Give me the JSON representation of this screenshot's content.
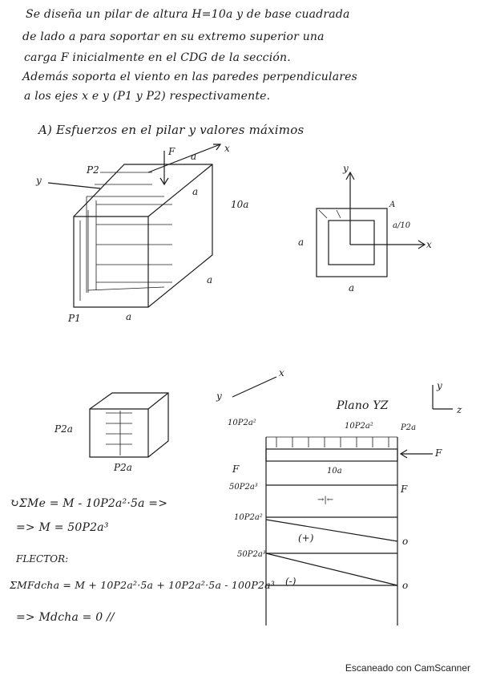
{
  "intro": {
    "line1": "Se diseña un pilar de altura H=10a y de base cuadrada",
    "line2": "de lado a para soportar en su extremo superior una",
    "line3": "carga F inicialmente en el CDG de la sección.",
    "line4": "Además soporta el viento en las paredes perpendiculares",
    "line5": "a los ejes x e y (P1 y P2) respectivamente."
  },
  "section_a": {
    "heading": "A) Esfuerzos en el pilar y valores máximos"
  },
  "fig1": {
    "F": "F",
    "x": "x",
    "y": "y",
    "P2": "P2",
    "a_top": "a",
    "a_mid": "a",
    "h": "10a",
    "a_right": "a",
    "P1": "P1",
    "a_bottom": "a"
  },
  "section_fig": {
    "y": "y",
    "x": "x",
    "A": "A",
    "a10": "a/10",
    "a_left": "a",
    "a_bottom": "a"
  },
  "fig2": {
    "y": "y",
    "x": "x",
    "P2a": "P2a",
    "P2a_b": "P2a"
  },
  "plane": {
    "title": "Plano YZ",
    "load1": "10P2a²",
    "load2": "10P2a²",
    "P2a": "P2a",
    "F_right": "F",
    "F_left": "F",
    "m50": "50P2a³",
    "len": "10a",
    "d1_right": "F",
    "d1_mark": "→|←",
    "shear_left": "10P2a²",
    "shear_mark": "(+)",
    "shear_right": "o",
    "mom_left": "50P2a³",
    "mom_mark": "(-)",
    "mom_right": "o",
    "axis_y": "y",
    "axis_z": "z"
  },
  "eq": {
    "e1": "↻ΣMe = M - 10P2a²·5a =>",
    "e2": "=> M = 50P2a³",
    "flector": "FLECTOR:",
    "e3": "ΣMFdcha = M + 10P2a²·5a + 10P2a²·5a - 100P2a³",
    "e4": "=> Mdcha = 0 //"
  },
  "footer": "Escaneado con CamScanner"
}
